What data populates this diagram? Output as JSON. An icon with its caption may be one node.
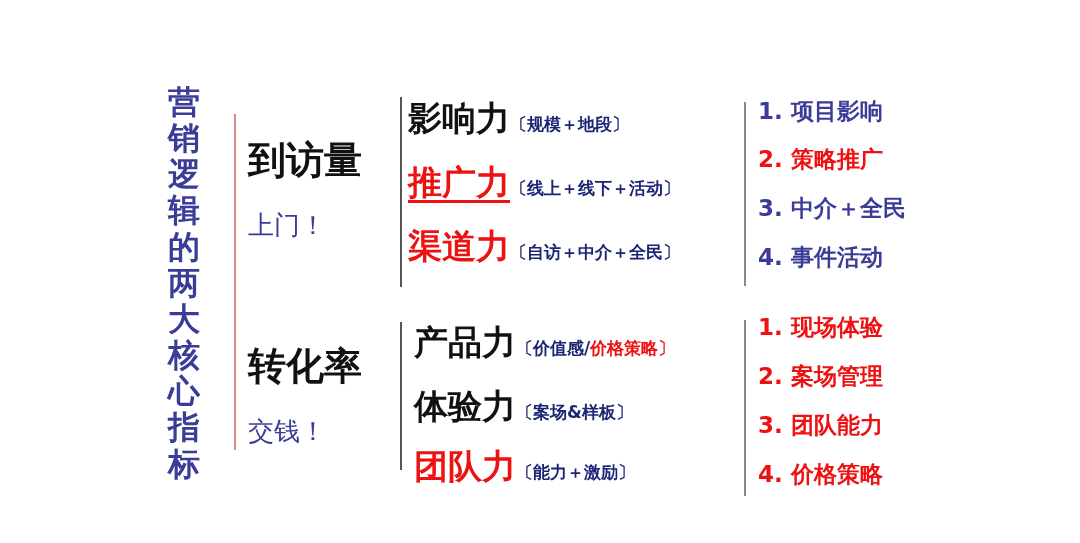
{
  "diagram": {
    "title": "营销逻辑的两大核心指标",
    "labels": [
      "到访量",
      "上门！",
      "影响力",
      "〔规模＋地段〕",
      "推广力",
      "〔线上＋线下＋活动〕",
      "渠道力",
      "〔自访＋中介＋全民〕",
      "1. 项目影响",
      "2. 策略推广",
      "3. 中介＋全民",
      "4. 事件活动",
      "转化率",
      "交钱！",
      "产品力",
      "〔价值感/",
      "价格策略〕",
      "体验力",
      "〔案场&样板〕",
      "团队力",
      "〔能力＋激励〕",
      "1. 现场体验",
      "2. 案场管理",
      "3. 团队能力",
      "4. 价格策略"
    ]
  }
}
